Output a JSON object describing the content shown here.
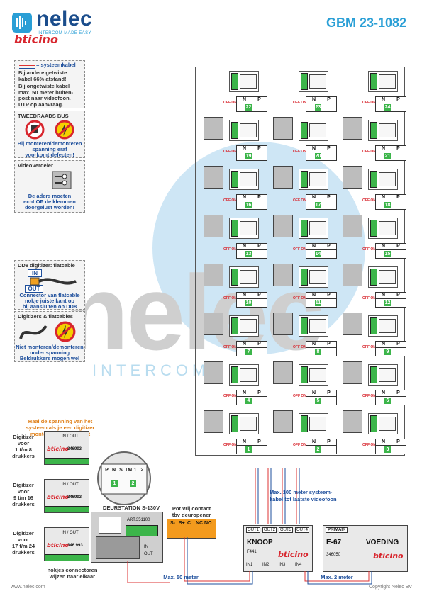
{
  "header": {
    "brand_name": "nelec",
    "brand_tagline": "INTERCOM MADE EASY",
    "partner_logo": "bticino",
    "doc_title": "GBM 23-1082"
  },
  "watermark": {
    "text": "nelec",
    "sub": "INTERCOM"
  },
  "legend": {
    "systemcable_label": "= systeemkabel",
    "systemcable_note": [
      "Bij andere getwiste",
      "kabel 66% afstand!",
      "Bij ongetwiste kabel",
      "max. 50 meter buiten-",
      "post naar videofoon.",
      "UTP op aanvraag."
    ],
    "bus_title": "TWEEDRAADS BUS",
    "bus_note": [
      "Bij monteren/demonteren",
      "spanning eraf",
      "voorkomt defecten!"
    ],
    "splitter_title": "VideoVerdeler",
    "splitter_note": [
      "De aders moeten",
      "echt OP de klemmen",
      "doorgelust worden!"
    ],
    "flatcable_title": "DD8 digitizer: flatcable",
    "flat_in": "IN",
    "flat_out": "OUT",
    "flatcable_note": [
      "Connector van flatcable",
      "nokje juiste kant op",
      "bij aansluiten op DD8"
    ],
    "digitizer_title": "Digitizers & flatcables",
    "digitizer_note": [
      "Niet monteren/demonteren",
      "onder spanning",
      "Beldrukkers mogen wel"
    ]
  },
  "grid": {
    "np_head": [
      "N",
      "P"
    ],
    "off_on": "OFF ON",
    "apartments": [
      [
        22,
        23,
        24
      ],
      [
        19,
        20,
        21
      ],
      [
        16,
        17,
        18
      ],
      [
        13,
        14,
        15
      ],
      [
        10,
        11,
        12
      ],
      [
        7,
        8,
        9
      ],
      [
        4,
        5,
        6
      ],
      [
        1,
        2,
        3
      ]
    ]
  },
  "door_station": {
    "warning": [
      "Haal de spanning van het",
      "systeem als je een digitizer",
      "monteert of demonteert"
    ],
    "digitizers": [
      {
        "label": [
          "Digitizer",
          "voor",
          "1 t/m 8",
          "drukkers"
        ],
        "code": "346993"
      },
      {
        "label": [
          "Digitizer",
          "voor",
          "9 t/m 16",
          "drukkers"
        ],
        "code": "346993"
      },
      {
        "label": [
          "Digitizer",
          "voor",
          "17 t/m 24",
          "drukkers"
        ],
        "code": "346 993"
      }
    ],
    "terminals": [
      "P",
      "N",
      "S",
      "TM",
      "1",
      "2"
    ],
    "terminal_badges": [
      "1",
      "2"
    ],
    "station_title": "DEURSTATION S-130V",
    "station_code": "ART.351100",
    "connector_note": [
      "nokjes connectoren",
      "wijzen naar elkaar"
    ],
    "in": "IN",
    "out": "OUT"
  },
  "pot_contact": {
    "label": [
      "Pot.vrij contact",
      "tbv deuropener"
    ],
    "terminals": [
      "S-",
      "S+",
      "C",
      "NC",
      "NO"
    ]
  },
  "knoop": {
    "title": "KNOOP",
    "code": "F441",
    "brand": "bticino",
    "outputs": [
      "OUT1",
      "OUT2",
      "OUT3",
      "OUT4"
    ],
    "inputs": [
      "IN1",
      "IN2",
      "IN3",
      "IN4"
    ]
  },
  "voeding": {
    "primair": "PRIMAIR",
    "code": "E-67",
    "title": "VOEDING",
    "brand": "bticino",
    "model": "346050"
  },
  "cables": {
    "max_100": [
      "Max. 100 meter systeem-",
      "kabel tot laatste videofoon"
    ],
    "max_50": "Max. 50 meter",
    "max_2": "Max. 2 meter"
  },
  "footer": {
    "website": "www.nelec.com",
    "copyright": "Copyright Nelec BV"
  },
  "colors": {
    "brand_blue": "#1b4d8c",
    "accent_blue": "#2a9fd6",
    "green_badge": "#3cb54a",
    "bticino_red": "#d8262e",
    "warning_orange": "#e0821c"
  }
}
